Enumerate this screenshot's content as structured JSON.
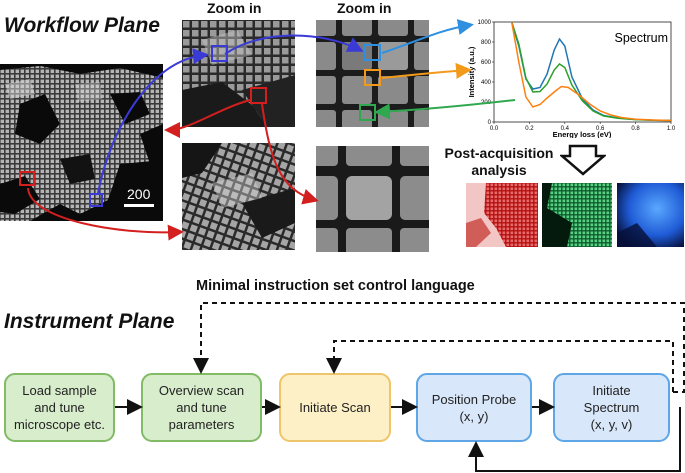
{
  "workflow_plane": {
    "title": "Workflow Plane",
    "zoom_label_1": "Zoom in",
    "zoom_label_2": "Zoom in",
    "scale_bar_label": "200",
    "post_acquisition_label": "Post-acquisition\nanalysis"
  },
  "spectrum": {
    "title": "Spectrum",
    "x_label": "Energy loss (eV)",
    "y_label": "Intensity (a.u.)",
    "x_ticks": [
      "0.0",
      "0.2",
      "0.4",
      "0.6",
      "0.8",
      "1.0"
    ],
    "y_ticks": [
      "0",
      "200",
      "400",
      "600",
      "800",
      "1000"
    ]
  },
  "chart_data": {
    "type": "line",
    "title": "Spectrum",
    "xlabel": "Energy loss (eV)",
    "ylabel": "Intensity (a.u.)",
    "xlim": [
      0,
      1.0
    ],
    "ylim": [
      0,
      1000
    ],
    "series": [
      {
        "color": "#1f77b4",
        "x": [
          0.1,
          0.14,
          0.18,
          0.22,
          0.26,
          0.3,
          0.34,
          0.37,
          0.4,
          0.44,
          0.5,
          0.56,
          0.62,
          0.7,
          0.8,
          0.9,
          1.0
        ],
        "values": [
          1000,
          760,
          430,
          330,
          345,
          480,
          720,
          830,
          760,
          450,
          230,
          120,
          65,
          40,
          25,
          18,
          15
        ]
      },
      {
        "color": "#2ca02c",
        "x": [
          0.1,
          0.14,
          0.18,
          0.22,
          0.26,
          0.3,
          0.34,
          0.37,
          0.4,
          0.44,
          0.5,
          0.56,
          0.62,
          0.7,
          0.8,
          0.9,
          1.0
        ],
        "values": [
          1000,
          780,
          440,
          300,
          305,
          380,
          520,
          580,
          545,
          370,
          210,
          110,
          60,
          38,
          24,
          18,
          15
        ]
      },
      {
        "color": "#ff7f0e",
        "x": [
          0.1,
          0.14,
          0.18,
          0.22,
          0.26,
          0.3,
          0.34,
          0.38,
          0.42,
          0.48,
          0.54,
          0.6,
          0.66,
          0.72,
          0.8,
          0.9,
          1.0
        ],
        "values": [
          1000,
          600,
          250,
          150,
          175,
          240,
          300,
          355,
          345,
          270,
          180,
          110,
          70,
          45,
          28,
          20,
          15
        ]
      }
    ]
  },
  "instrument_plane": {
    "title": "Instrument Plane",
    "control_language_label": "Minimal instruction set control language",
    "boxes": [
      {
        "label": "Load sample\nand tune\nmicroscope etc.",
        "fill": "#d8edcc",
        "border": "#82bb66"
      },
      {
        "label": "Overview scan\nand tune\nparameters",
        "fill": "#d8edcc",
        "border": "#82bb66"
      },
      {
        "label": "Initiate Scan",
        "fill": "#fdf0c6",
        "border": "#eec56a"
      },
      {
        "label": "Position Probe\n(x, y)",
        "fill": "#d9e7fa",
        "border": "#5ea6e6"
      },
      {
        "label": "Initiate\nSpectrum\n(x, y, v)",
        "fill": "#d9e7fa",
        "border": "#5ea6e6"
      }
    ]
  },
  "colors": {
    "blue_marker": "#3a3ad6",
    "red_marker": "#d41f1f",
    "teal_box": "#2f8fe0",
    "orange_box": "#f39a1b",
    "green_box": "#2fa84f",
    "map_red": "#c81e1e",
    "map_green": "#1e9a4e",
    "map_blue": "#1f5bd6"
  }
}
